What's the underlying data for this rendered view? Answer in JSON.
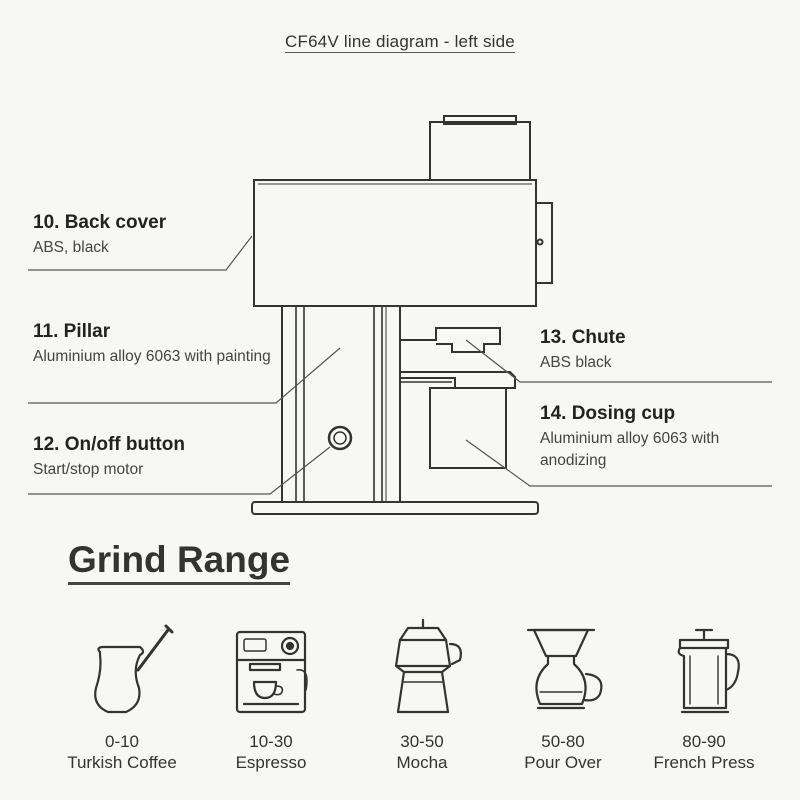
{
  "diagram": {
    "title": "CF64V line diagram - left side",
    "parts": [
      {
        "number_title": "10. Back cover",
        "desc": "ABS, black"
      },
      {
        "number_title": "11. Pillar",
        "desc": "Aluminium alloy 6063 with painting"
      },
      {
        "number_title": "12. On/off button",
        "desc": "Start/stop motor"
      },
      {
        "number_title": "13. Chute",
        "desc": "ABS black"
      },
      {
        "number_title": "14. Dosing cup",
        "desc": "Aluminium alloy 6063 with anodizing"
      }
    ]
  },
  "grind_range": {
    "heading": "Grind Range",
    "items": [
      {
        "range": "0-10",
        "name": "Turkish Coffee",
        "icon": "turkish-coffee-pot-icon"
      },
      {
        "range": "10-30",
        "name": "Espresso",
        "icon": "espresso-machine-icon"
      },
      {
        "range": "30-50",
        "name": "Mocha",
        "icon": "moka-pot-icon"
      },
      {
        "range": "50-80",
        "name": "Pour Over",
        "icon": "pour-over-icon"
      },
      {
        "range": "80-90",
        "name": "French Press",
        "icon": "french-press-icon"
      }
    ]
  }
}
